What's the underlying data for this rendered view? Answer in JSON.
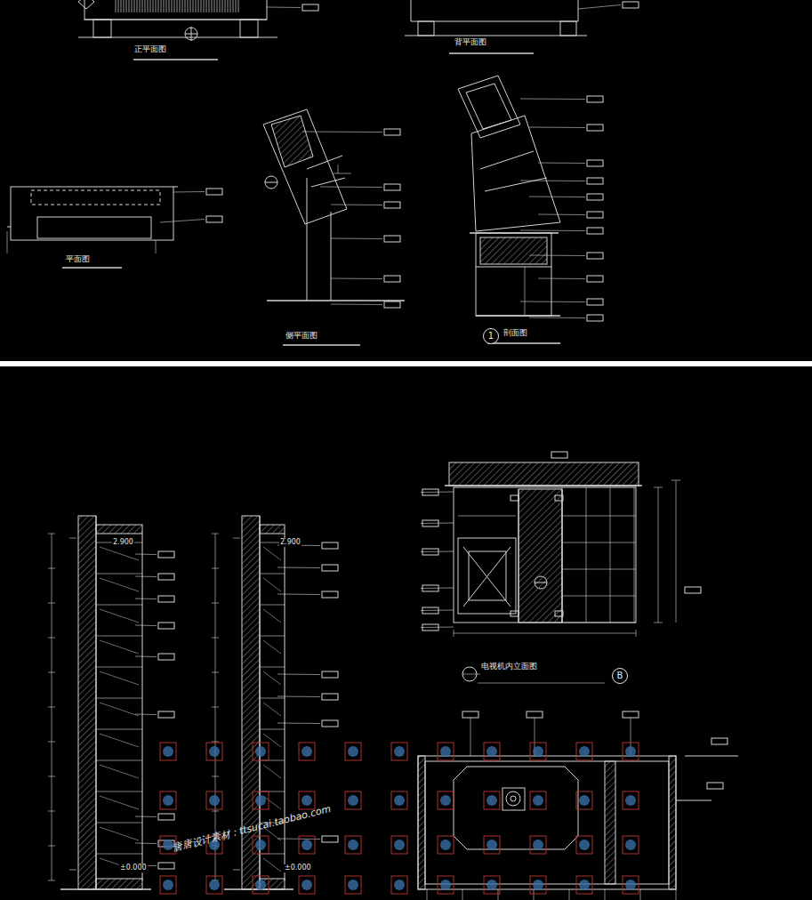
{
  "diagram": {
    "nodes": [
      {
        "text": [
          "1"
        ]
      },
      {
        "text": [
          "B"
        ]
      }
    ],
    "labels": [
      "正平面图",
      "背平面图",
      "平面图",
      "侧平面图",
      "剖面图",
      "电视机内立面图",
      "2.900",
      "2.900",
      "±0.000",
      "±0.000",
      "唐唐设计素材：ttsucai.taobao.com"
    ]
  }
}
